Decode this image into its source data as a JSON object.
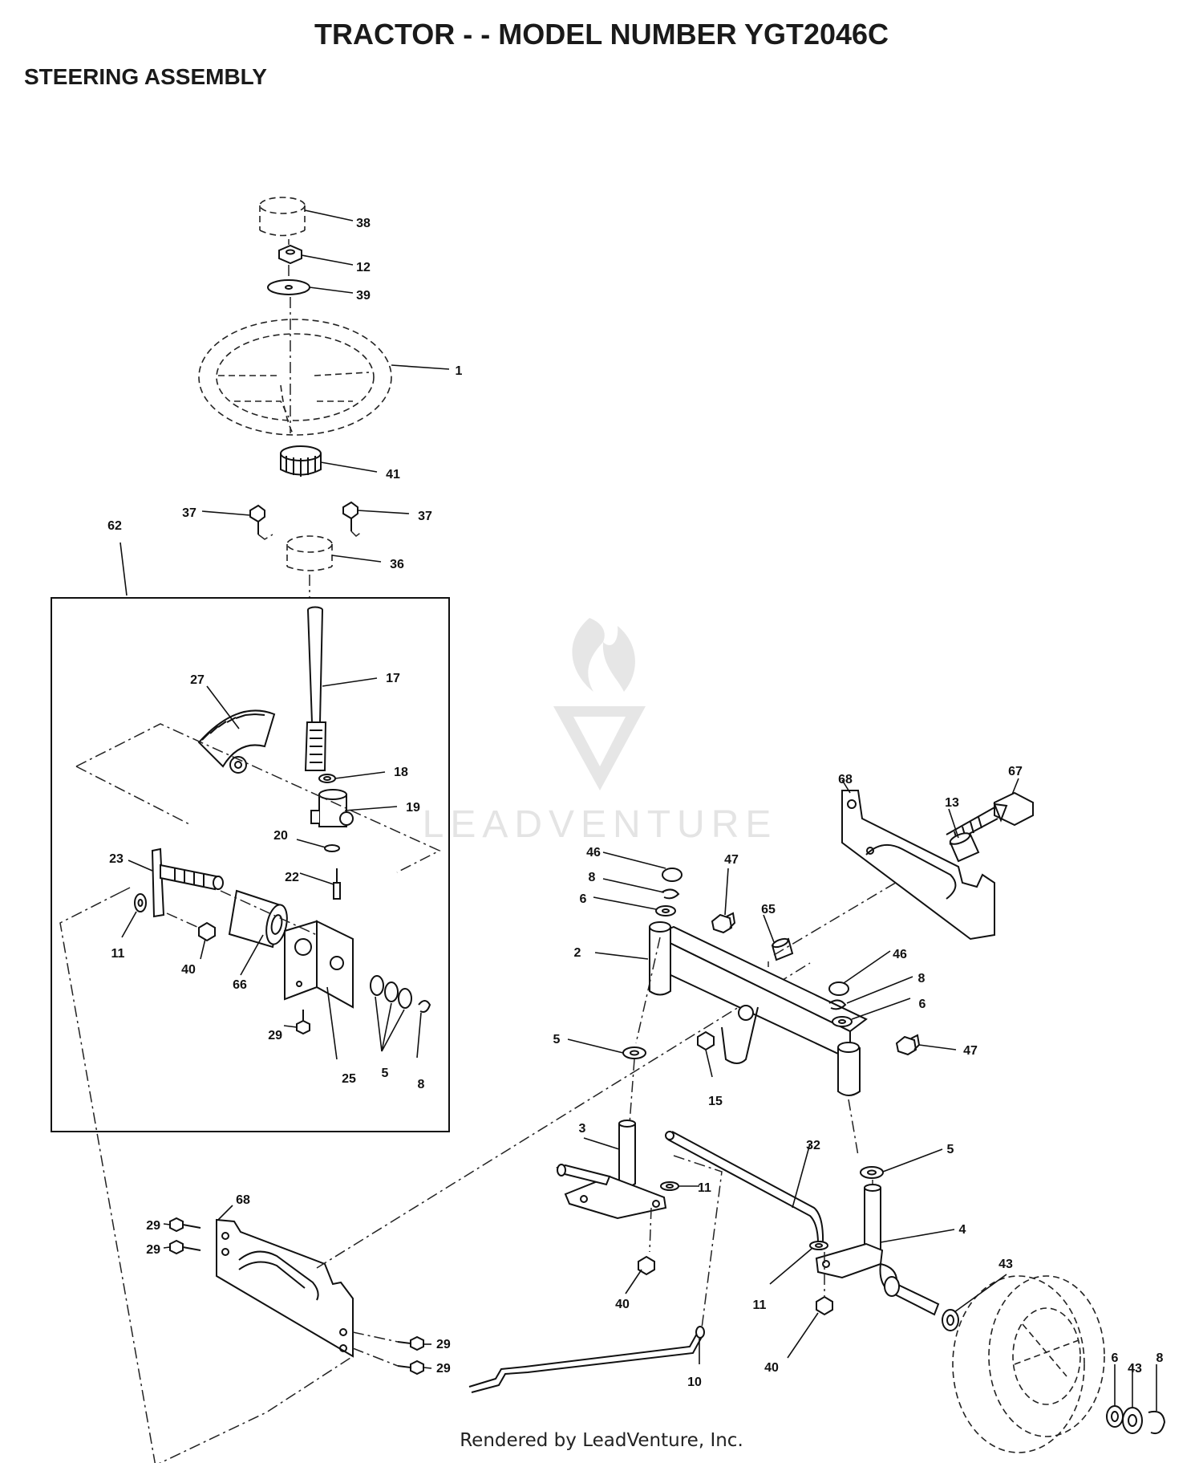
{
  "header": {
    "title": "TRACTOR - - MODEL NUMBER YGT2046C",
    "section": "STEERING ASSEMBLY"
  },
  "footer": {
    "credit": "Rendered by LeadVenture, Inc."
  },
  "watermark": {
    "text": "LEADVENTURE",
    "icon": "flame-logo-icon"
  },
  "callouts": {
    "c38": "38",
    "c12": "12",
    "c39": "39",
    "c1": "1",
    "c41": "41",
    "c37a": "37",
    "c37b": "37",
    "c62": "62",
    "c36": "36",
    "c17": "17",
    "c27": "27",
    "c18": "18",
    "c19": "19",
    "c20": "20",
    "c22": "22",
    "c23": "23",
    "c11a": "11",
    "c40a": "40",
    "c66": "66",
    "c29a": "29",
    "c25": "25",
    "c5a": "5",
    "c8a": "8",
    "c68a": "68",
    "c67": "67",
    "c13": "13",
    "c46a": "46",
    "c47a": "47",
    "c8b": "8",
    "c6a": "6",
    "c65": "65",
    "c2": "2",
    "c46b": "46",
    "c8c": "8",
    "c6b": "6",
    "c47b": "47",
    "c5b": "5",
    "c15": "15",
    "c3": "3",
    "c32": "32",
    "c11b": "11",
    "c5c": "5",
    "c4": "4",
    "c43a": "43",
    "c40b": "40",
    "c11c": "11",
    "c6c": "6",
    "c43b": "43",
    "c8d": "8",
    "c40c": "40",
    "c10": "10",
    "c68b": "68",
    "c29b": "29",
    "c29c": "29",
    "c29d": "29",
    "c29e": "29"
  }
}
